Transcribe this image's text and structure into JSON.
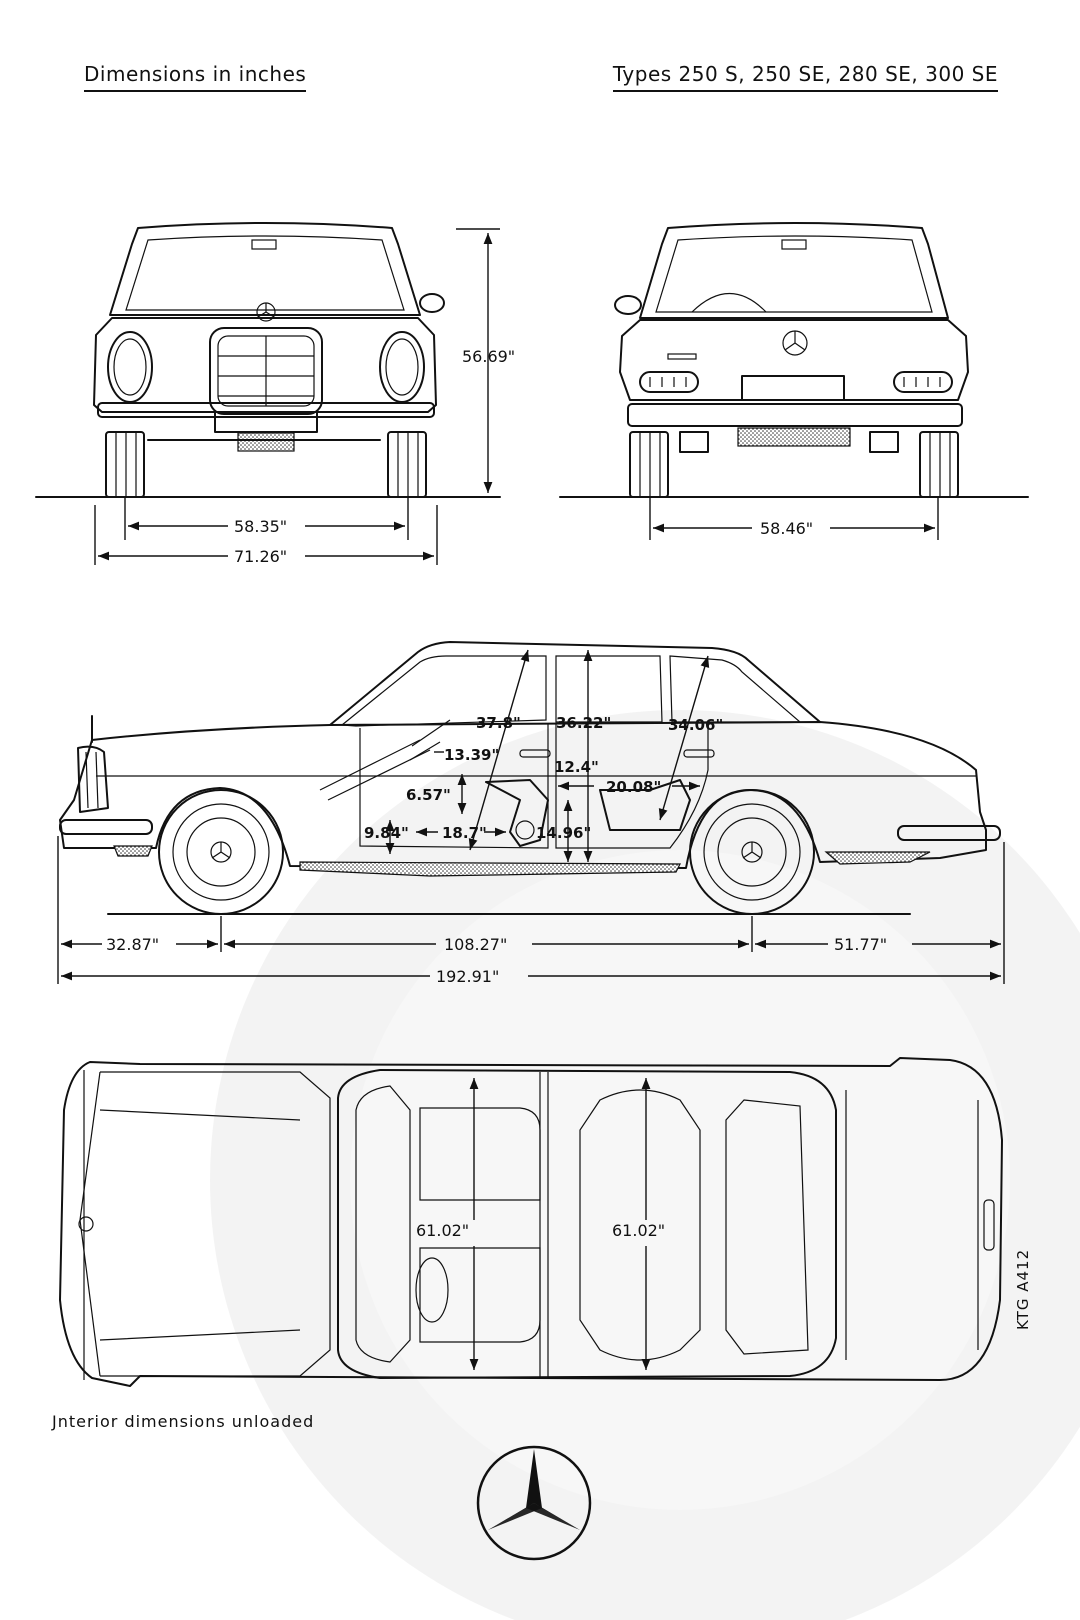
{
  "header": {
    "left_title": "Dimensions in inches",
    "right_title": "Types 250 S, 250 SE, 280 SE, 300 SE"
  },
  "front_view": {
    "height": "56.69\"",
    "track": "58.35\"",
    "width": "71.26\""
  },
  "rear_view": {
    "track": "58.46\""
  },
  "side_view": {
    "front_overhang": "32.87\"",
    "wheelbase": "108.27\"",
    "rear_overhang": "51.77\"",
    "overall_length": "192.91\"",
    "interior": {
      "front_headroom": "37.8\"",
      "rear_headroom": "36.22\"",
      "rear_seat_height": "34.06\"",
      "steering_to_seat": "13.39\"",
      "seat_cushion_front": "12.4\"",
      "rear_legroom": "20.08\"",
      "seat_back_height": "6.57\"",
      "floor_to_seat": "9.84\"",
      "front_seat_depth": "18.7\"",
      "seat_height": "14.96\""
    }
  },
  "top_view": {
    "front_shoulder_width": "61.02\"",
    "rear_shoulder_width": "61.02\""
  },
  "footer": {
    "note": "Jnterior dimensions unloaded",
    "drawing_code": "KTG A412"
  }
}
